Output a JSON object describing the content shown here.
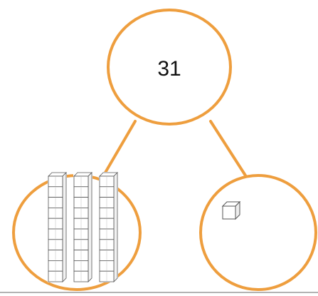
{
  "whole": {
    "value": "31"
  },
  "parts": {
    "tens": {
      "rods": 3,
      "cubes_per_rod": 10
    },
    "ones": {
      "cubes": 1
    }
  },
  "colors": {
    "circle_stroke": "#EE9E3E",
    "block_stroke": "#555555",
    "block_fill": "#ffffff",
    "bottom_line": "#9a9a9a"
  }
}
